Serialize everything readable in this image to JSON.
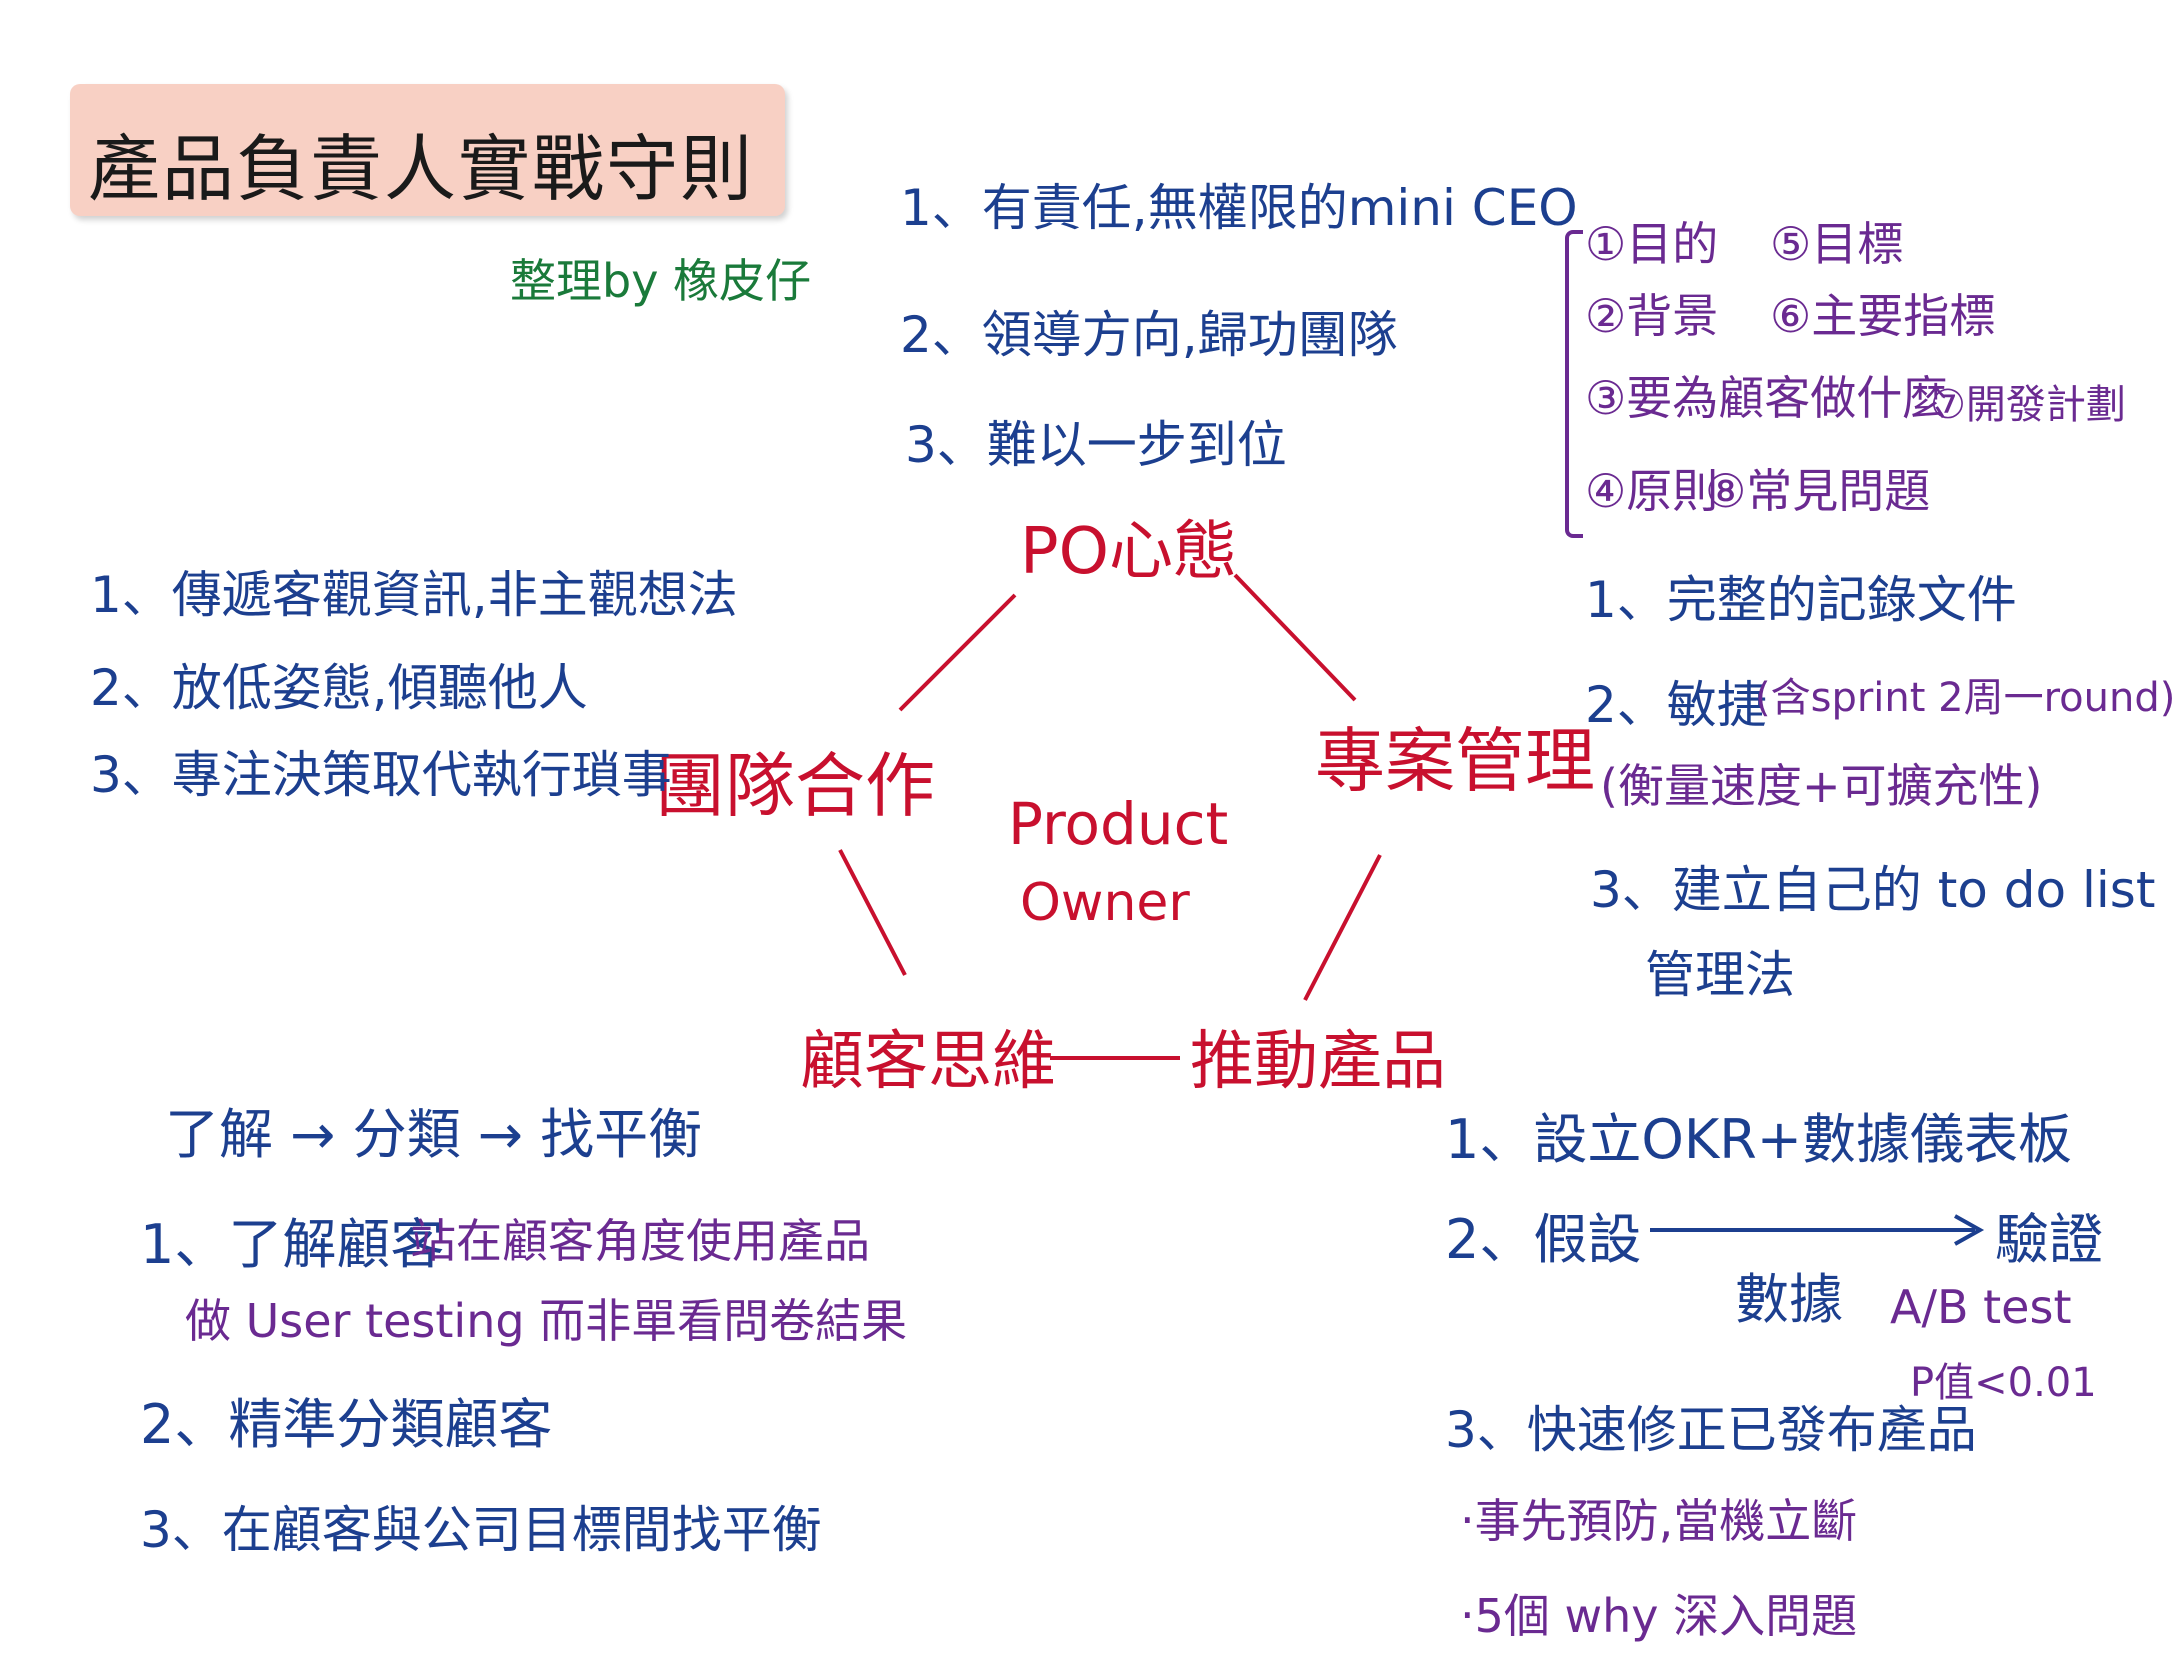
{
  "title": "產品負責人實戰守則",
  "credit": "整理by 橡皮仔",
  "center": {
    "line1": "Product",
    "line2": "Owner"
  },
  "nodes": {
    "mindset": "PO心態",
    "project": "專案管理",
    "product": "推動產品",
    "customer": "顧客思維",
    "team": "團隊合作"
  },
  "mindset_items": [
    "1、有責任,無權限的mini CEO",
    "2、領導方向,歸功團隊",
    "3、難以一步到位"
  ],
  "doc_items": {
    "col1": [
      "①目的",
      "②背景",
      "③要為顧客做什麼",
      "④原則"
    ],
    "col2": [
      "⑤目標",
      "⑥主要指標",
      "⑦開發計劃",
      "⑧常見問題"
    ]
  },
  "project_items": {
    "item1": "1、完整的記錄文件",
    "item2": "2、敏捷",
    "item2_note": "(含sprint 2周一round)",
    "item2_note2": "(衡量速度+可擴充性)",
    "item3_line1": "3、建立自己的 to do list",
    "item3_line2": "管理法"
  },
  "team_items": [
    "1、傳遞客觀資訊,非主觀想法",
    "2、放低姿態,傾聽他人",
    "3、專注決策取代執行瑣事"
  ],
  "customer_items": {
    "flow": "了解 → 分類 → 找平衡",
    "item1_head": "1、了解顧客",
    "item1_sub1": "站在顧客角度使用產品",
    "item1_sub2": "做 User testing 而非單看問卷結果",
    "item2": "2、精準分類顧客",
    "item3": "3、在顧客與公司目標間找平衡"
  },
  "product_items": {
    "item1": "1、設立OKR+數據儀表板",
    "item2_left": "2、假設",
    "item2_right": "驗證",
    "item2_arrow_label": "數據",
    "ab_test": "A/B test",
    "p_value": "P值<0.01",
    "item3": "3、快速修正已發布產品",
    "bullet1": "‧事先預防,當機立斷",
    "bullet2": "‧5個 why 深入問題"
  },
  "colors": {
    "blue": "#1c3f8f",
    "purple": "#6a2a91",
    "red": "#c8102e",
    "green": "#1a7a3a",
    "title_bg": "#f8d0c4"
  }
}
